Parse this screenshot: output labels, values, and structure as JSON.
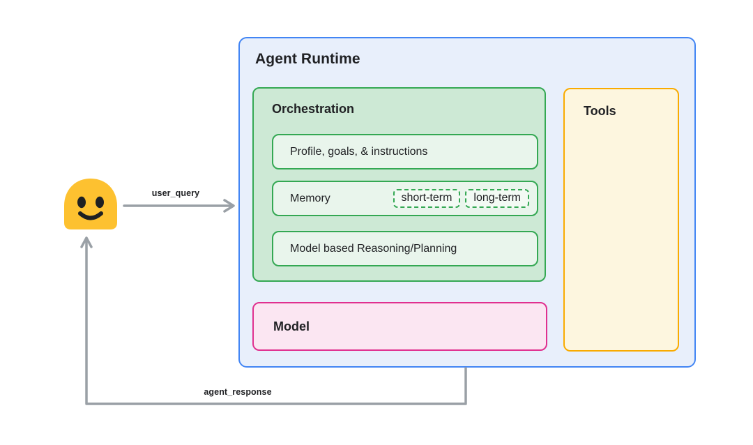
{
  "diagram": {
    "background_color": "#ffffff",
    "text_color": "#202124",
    "arrow_color": "#9AA0A6",
    "user": {
      "icon": "smiley-user-emoji",
      "face_color": "#FDC130"
    },
    "flows": {
      "user_query_label": "user_query",
      "agent_response_label": "agent_response"
    },
    "agent_runtime": {
      "title": "Agent Runtime",
      "border_color": "#4285F4",
      "fill_color": "#E8EFFB",
      "orchestration": {
        "title": "Orchestration",
        "border_color": "#34A853",
        "fill_color": "#CDE9D5",
        "inner_fill_color": "#E9F5EC",
        "items": [
          {
            "label": "Profile, goals, & instructions"
          },
          {
            "label": "Memory",
            "tags": [
              "short-term",
              "long-term"
            ]
          },
          {
            "label": "Model based Reasoning/Planning"
          }
        ]
      },
      "model": {
        "title": "Model",
        "border_color": "#E0308F",
        "fill_color": "#FBE6F2"
      },
      "tools": {
        "title": "Tools",
        "border_color": "#F9AB00",
        "fill_color": "#FDF6DF"
      }
    }
  }
}
